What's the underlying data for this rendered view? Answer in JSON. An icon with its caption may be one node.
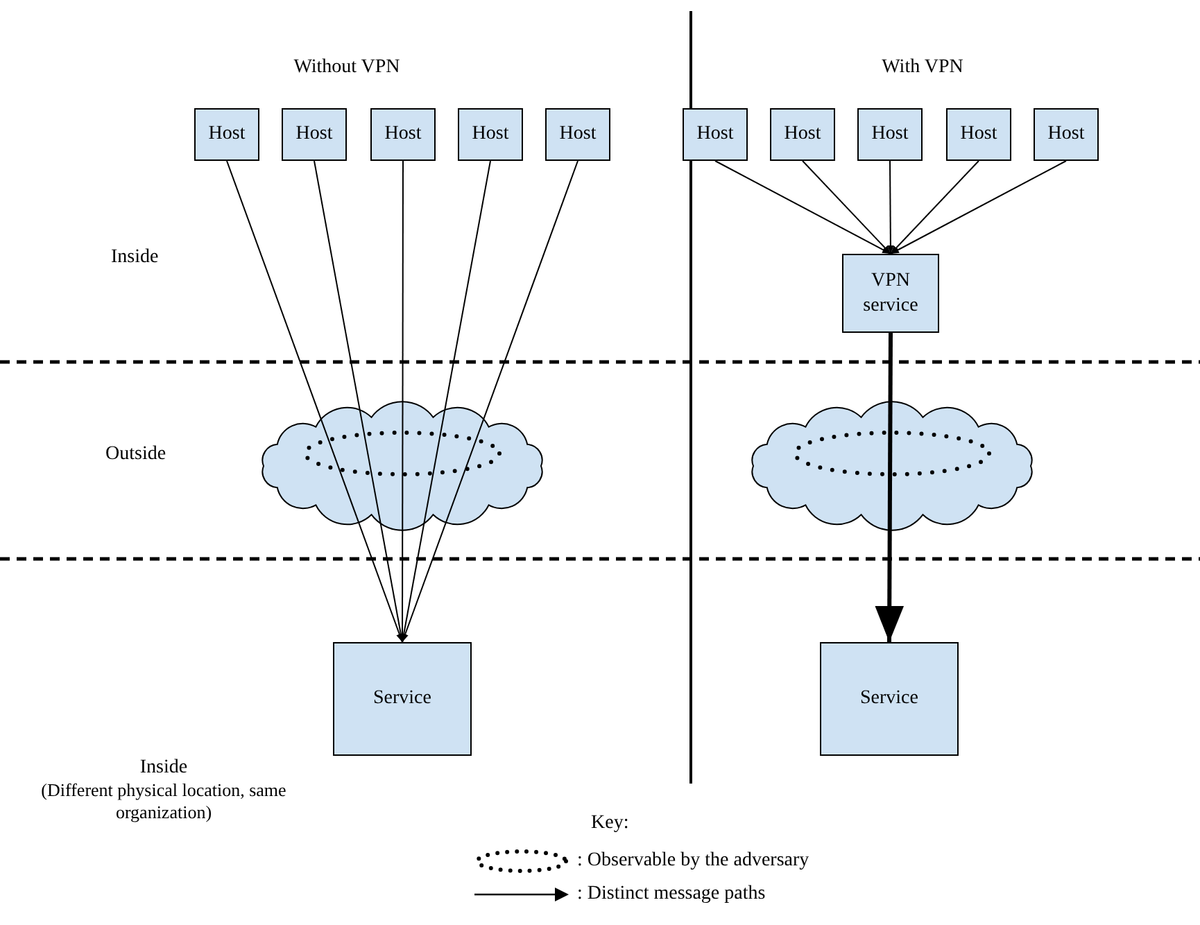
{
  "diagram": {
    "nodes": [
      {
        "text": [
          "Host"
        ]
      },
      {
        "text": [
          "Host"
        ]
      },
      {
        "text": [
          "Host"
        ]
      },
      {
        "text": [
          "Host"
        ]
      },
      {
        "text": [
          "Host"
        ]
      },
      {
        "text": [
          "Service"
        ]
      },
      {
        "text": [
          "Host"
        ]
      },
      {
        "text": [
          "Host"
        ]
      },
      {
        "text": [
          "Host"
        ]
      },
      {
        "text": [
          "Host"
        ]
      },
      {
        "text": [
          "Host"
        ]
      },
      {
        "text": [
          "VPN service"
        ]
      },
      {
        "text": [
          "Service"
        ]
      }
    ],
    "edges": [
      {
        "from": 0,
        "to": 5,
        "arrow": "to"
      },
      {
        "from": 1,
        "to": 5,
        "arrow": "to"
      },
      {
        "from": 2,
        "to": 5,
        "arrow": "to"
      },
      {
        "from": 3,
        "to": 5,
        "arrow": "to"
      },
      {
        "from": 4,
        "to": 5,
        "arrow": "to"
      },
      {
        "from": 6,
        "to": 11,
        "arrow": "to"
      },
      {
        "from": 7,
        "to": 11,
        "arrow": "to"
      },
      {
        "from": 8,
        "to": 11,
        "arrow": "to"
      },
      {
        "from": 9,
        "to": 11,
        "arrow": "to"
      },
      {
        "from": 10,
        "to": 11,
        "arrow": "to"
      },
      {
        "from": 11,
        "to": 12,
        "arrow": "to",
        "style": "thick"
      }
    ],
    "labels": [
      "Without VPN",
      "With VPN",
      "Inside",
      "Outside",
      "Inside",
      "(Different physical location, same organization)",
      "Key:"
    ],
    "legend": [
      {
        "text": ": Observable by the adversary"
      },
      {
        "text": ": Distinct message paths"
      }
    ]
  }
}
